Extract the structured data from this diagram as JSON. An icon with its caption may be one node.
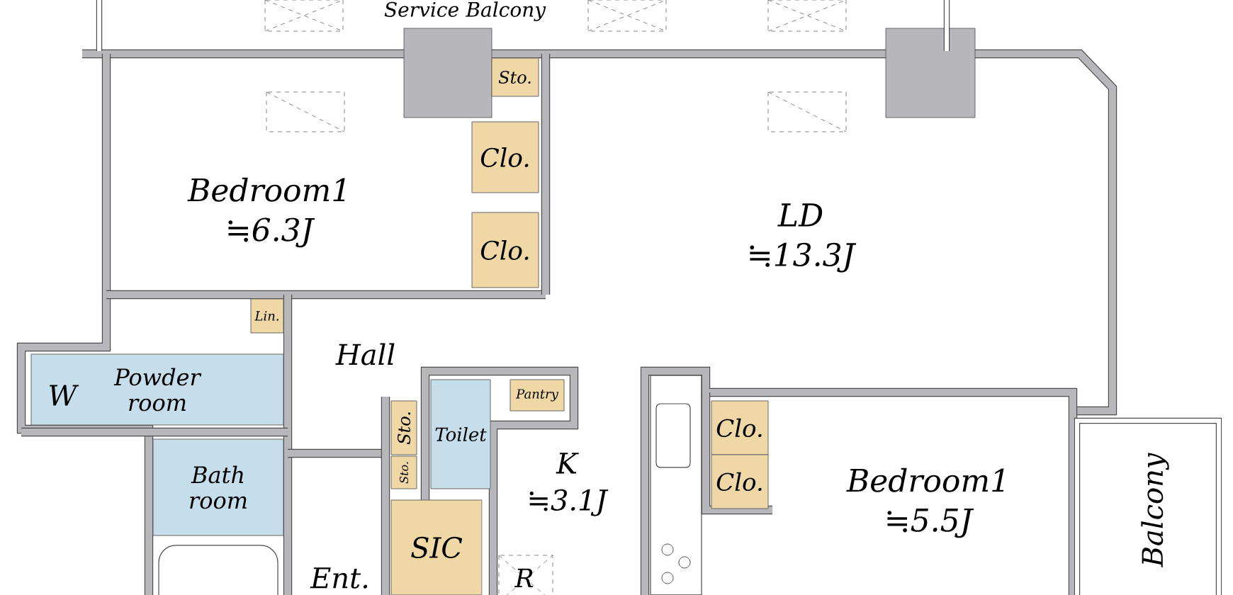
{
  "diagram": {
    "nodes": [
      {
        "text": [
          "Sto."
        ]
      },
      {
        "text": [
          "Clo."
        ]
      },
      {
        "text": [
          "Clo."
        ]
      },
      {
        "text": [
          "Lin."
        ]
      },
      {
        "text": [
          "Powder room"
        ]
      },
      {
        "text": [
          "Toilet"
        ]
      },
      {
        "text": [
          "Pantry"
        ]
      },
      {
        "text": [
          "Sto."
        ]
      },
      {
        "text": [
          "Sto."
        ]
      },
      {
        "text": [
          "Bath room"
        ]
      },
      {
        "text": [
          "SIC"
        ]
      },
      {
        "text": [
          "Clo."
        ]
      },
      {
        "text": [
          "Clo."
        ]
      }
    ],
    "labels": [
      "Service Balcony",
      "Bedroom1 ≒6.3J",
      "LD ≒13.3J",
      "Hall",
      "W",
      "K ≒3.1J",
      "Bedroom1 ≒5.5J",
      "Balcony",
      "Ent.",
      "R"
    ]
  }
}
